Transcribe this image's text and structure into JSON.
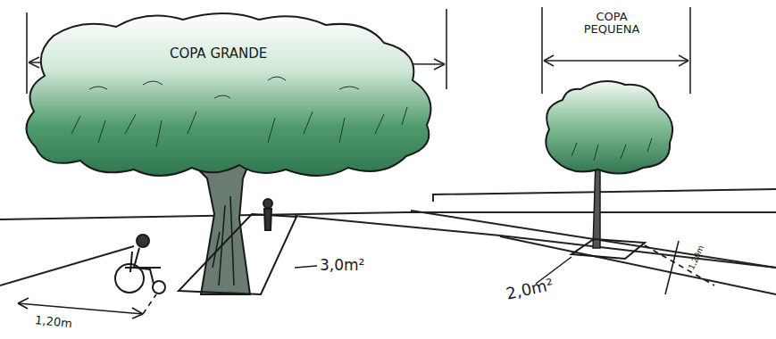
{
  "diagram": {
    "labels": [
      "COPA GRANDE",
      "COPA PEQUENA",
      "3,0m²",
      "1,20m",
      "2,0m²",
      "1,20m"
    ]
  }
}
